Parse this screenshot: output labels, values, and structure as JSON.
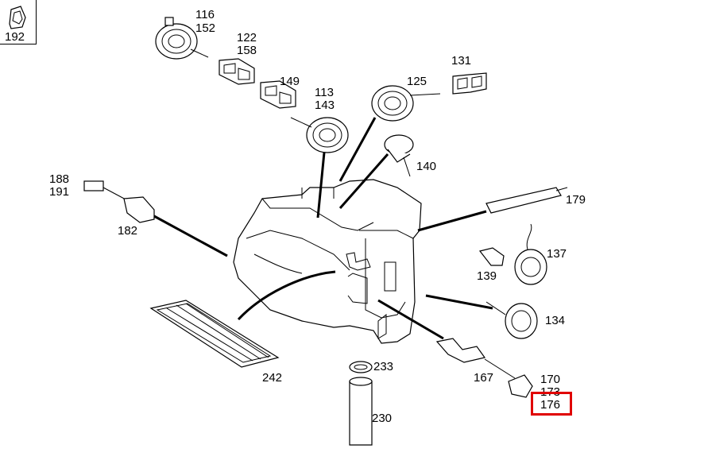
{
  "corner_label": "192",
  "labels": {
    "l116": "116",
    "l152": "152",
    "l122": "122",
    "l158": "158",
    "l149": "149",
    "l113": "113",
    "l143": "143",
    "l125": "125",
    "l131": "131",
    "l140": "140",
    "l188": "188",
    "l191": "191",
    "l182": "182",
    "l179": "179",
    "l137": "137",
    "l139": "139",
    "l134": "134",
    "l242": "242",
    "l233": "233",
    "l230": "230",
    "l167": "167",
    "l170": "170",
    "l173": "173",
    "l176": "176"
  },
  "highlight": {
    "label": "176",
    "color": "#e00000"
  }
}
